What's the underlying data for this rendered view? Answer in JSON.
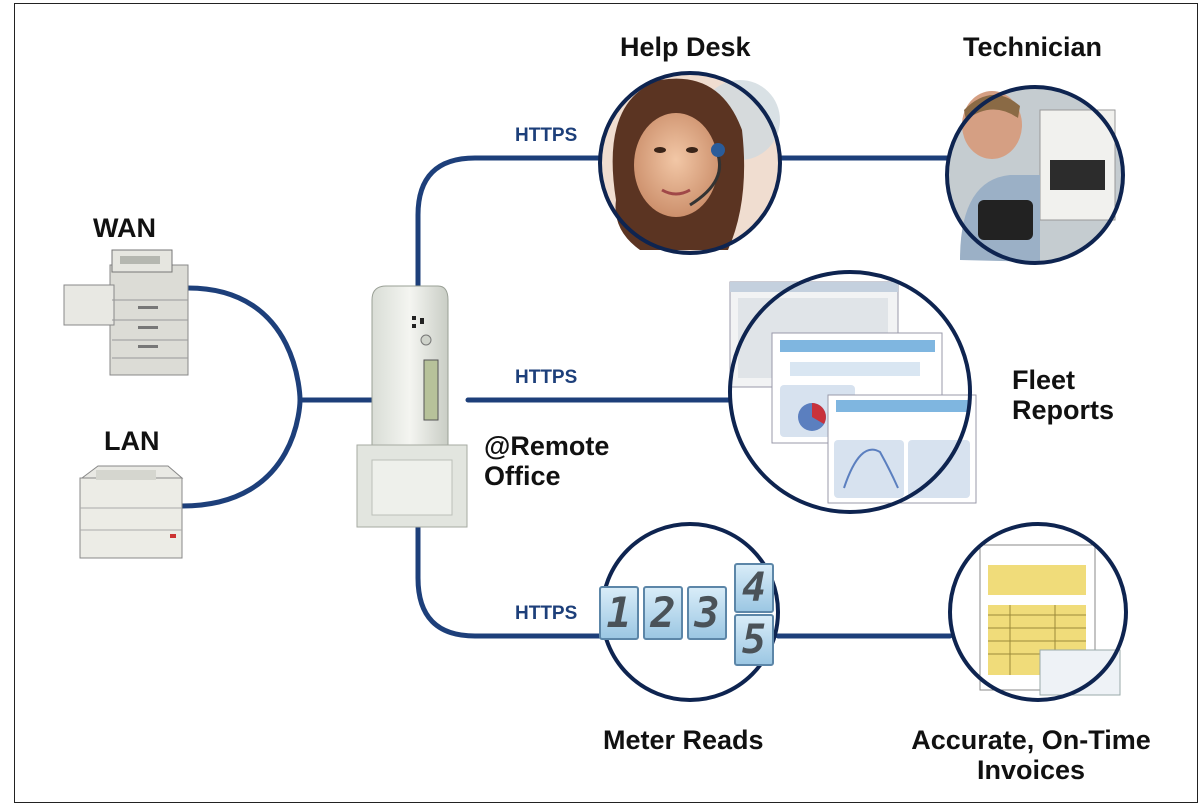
{
  "labels": {
    "wan": "WAN",
    "lan": "LAN",
    "remote_line1": "@Remote",
    "remote_line2": "Office",
    "help_desk": "Help Desk",
    "technician": "Technician",
    "fleet_line1": "Fleet",
    "fleet_line2": "Reports",
    "meter_reads": "Meter Reads",
    "invoices_line1": "Accurate, On-Time",
    "invoices_line2": "Invoices"
  },
  "links": {
    "https_top": "HTTPS",
    "https_mid": "HTTPS",
    "https_bottom": "HTTPS"
  },
  "meter_digits": [
    "1",
    "2",
    "3",
    "4",
    "5"
  ],
  "colors": {
    "line": "#1d3f7a",
    "circle_border": "#0e2450",
    "https_text": "#1d3f7a"
  }
}
